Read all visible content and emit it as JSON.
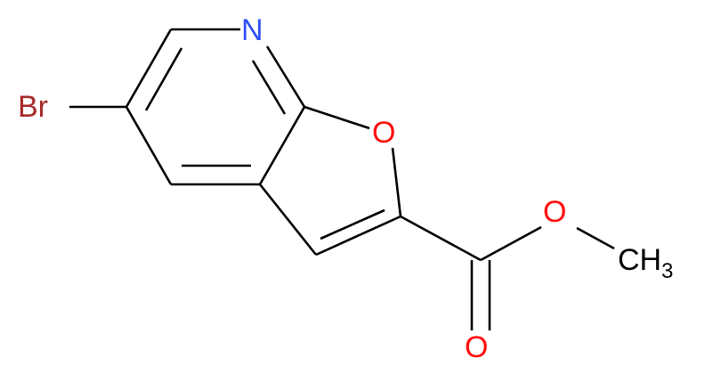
{
  "molecule": {
    "atoms": {
      "bromine": "Br",
      "nitrogen": "N",
      "ring_oxygen": "O",
      "ester_oxygen": "O",
      "carbonyl_oxygen": "O",
      "methyl_main": "CH",
      "methyl_subscript": "3"
    },
    "colors": {
      "bond": "#000000",
      "bromine": "#A62929",
      "nitrogen": "#3050F8",
      "oxygen": "#FF0D0D",
      "carbon": "#000000"
    }
  }
}
